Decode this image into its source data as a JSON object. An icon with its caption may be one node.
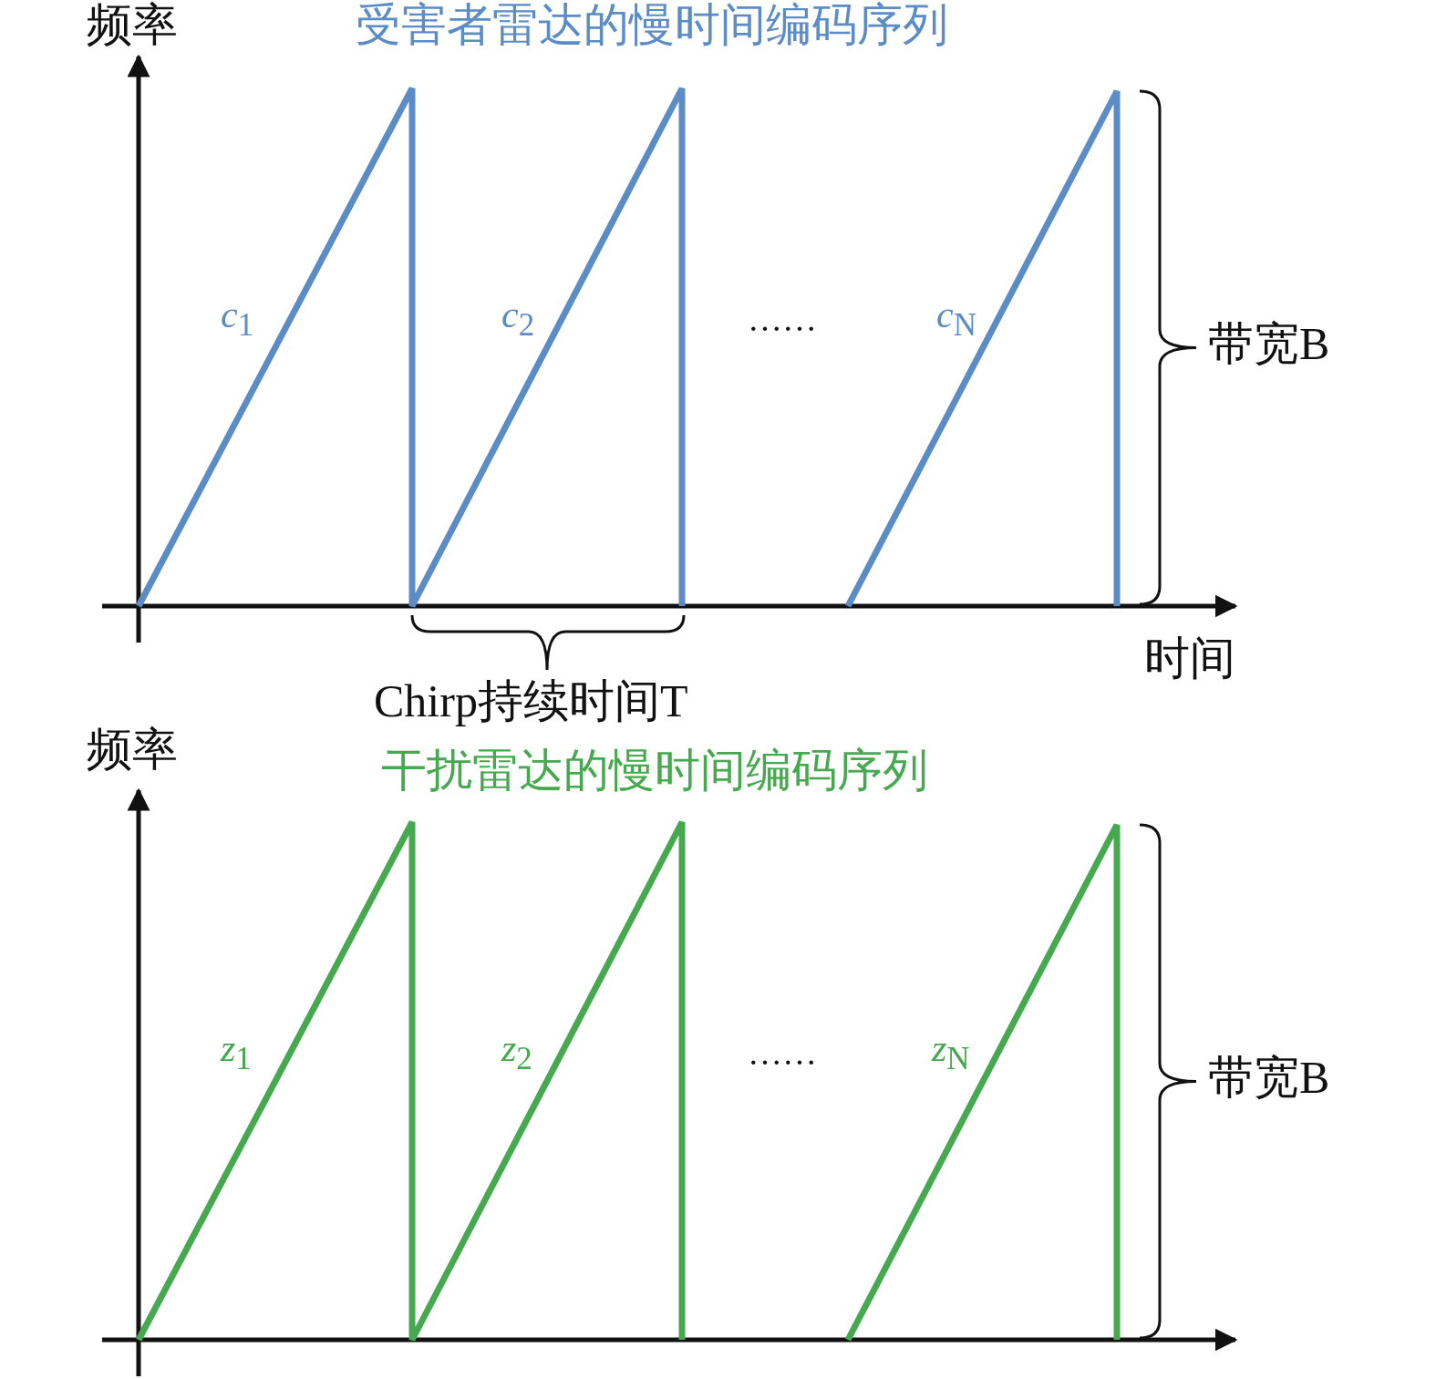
{
  "diagram": {
    "labels": [
      "频率",
      "受害者雷达的慢时间编码序列",
      "*c*$_{1}$",
      "*c*$_{2}$",
      "……",
      "*c*$_{N}$",
      "带宽B",
      "时间",
      "Chirp持续时间T",
      "频率",
      "干扰雷达的慢时间编码序列",
      "*z*$_{1}$",
      "*z*$_{2}$",
      "……",
      "*z*$_{N}$",
      "带宽B"
    ]
  }
}
